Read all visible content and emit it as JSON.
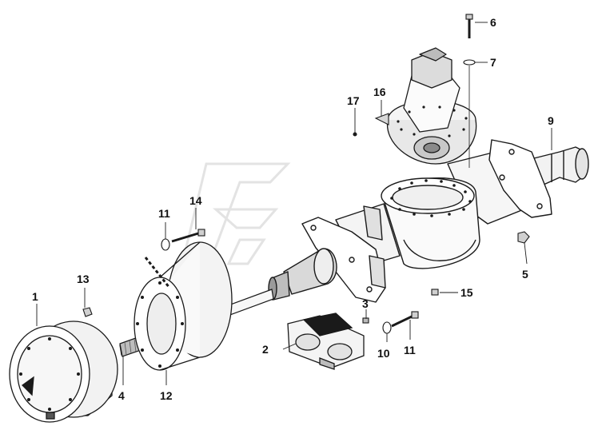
{
  "diagram": {
    "callouts": [
      {
        "id": "c1",
        "text": "1"
      },
      {
        "id": "c2",
        "text": "2"
      },
      {
        "id": "c3",
        "text": "3"
      },
      {
        "id": "c4",
        "text": "4"
      },
      {
        "id": "c5",
        "text": "5"
      },
      {
        "id": "c6",
        "text": "6"
      },
      {
        "id": "c7",
        "text": "7"
      },
      {
        "id": "c9",
        "text": "9"
      },
      {
        "id": "c10",
        "text": "10"
      },
      {
        "id": "c11a",
        "text": "11"
      },
      {
        "id": "c11b",
        "text": "11"
      },
      {
        "id": "c12",
        "text": "12"
      },
      {
        "id": "c13",
        "text": "13"
      },
      {
        "id": "c14",
        "text": "14"
      },
      {
        "id": "c15",
        "text": "15"
      },
      {
        "id": "c16",
        "text": "16"
      },
      {
        "id": "c17",
        "text": "17"
      }
    ],
    "colors": {
      "line": "#1a1a1a",
      "shade": "#cfcfcf",
      "dark": "#8a8a8a",
      "watermark": "#e6e6e6"
    }
  }
}
